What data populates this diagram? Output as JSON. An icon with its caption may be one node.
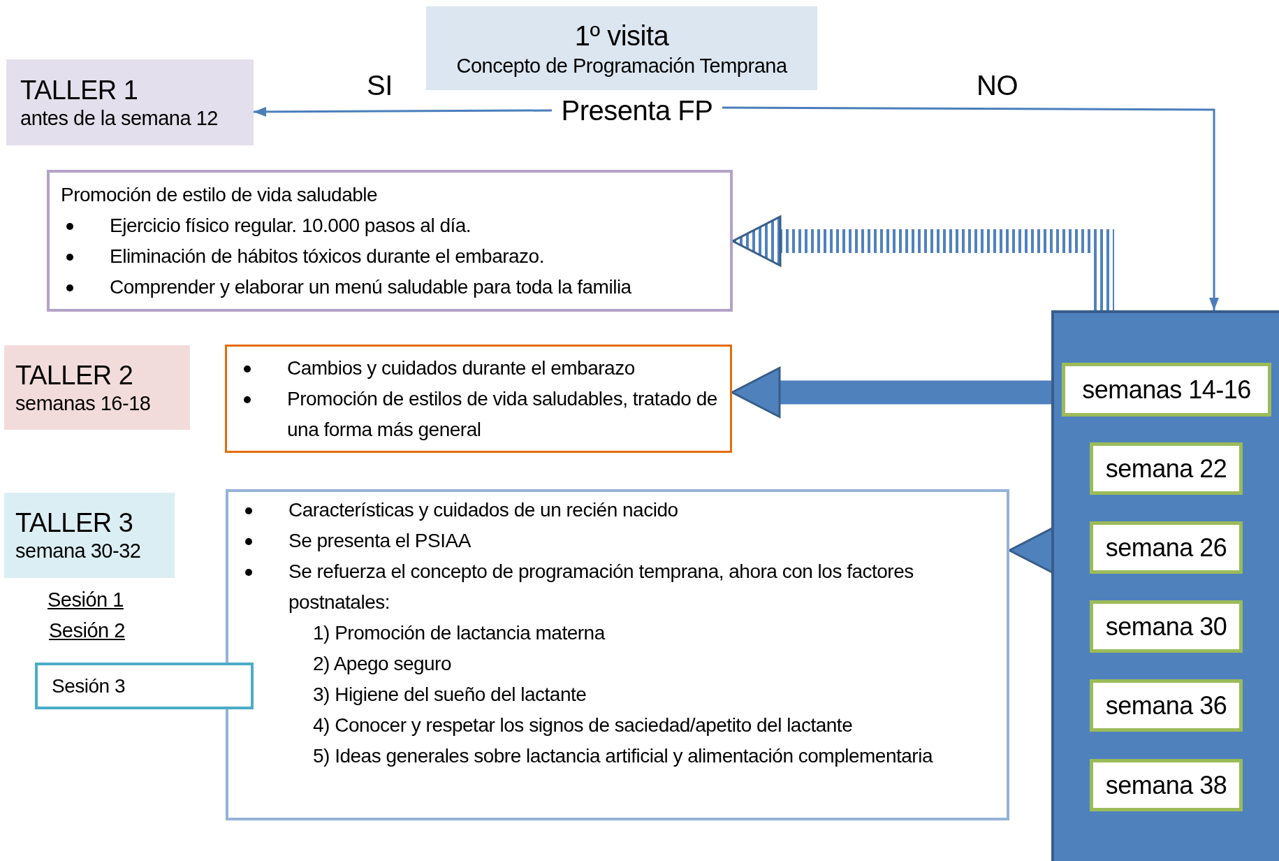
{
  "diagram": {
    "nodes": [
      {
        "text": [
          "1º visita",
          "Concepto de Programación Temprana"
        ]
      },
      {
        "text": [
          "Presenta FP"
        ]
      },
      {
        "text": [
          "TALLER 1",
          "antes de la semana 12"
        ]
      },
      {
        "text": [
          "Promoción de estilo de vida saludable",
          "Ejercicio físico regular. 10.000 pasos al día.",
          "Eliminación de hábitos tóxicos durante el embarazo.",
          "Comprender y elaborar un menú saludable para toda la familia"
        ]
      },
      {
        "text": [
          "TALLER 2",
          "semanas 16-18"
        ]
      },
      {
        "text": [
          "Cambios y cuidados durante el embarazo",
          "Promoción de estilos de vida saludables, tratado de una forma más general"
        ]
      },
      {
        "text": [
          "TALLER 3",
          "semana 30-32"
        ]
      },
      {
        "text": [
          "Sesión 3"
        ]
      },
      {
        "text": [
          "Características y cuidados de un recién nacido",
          "Se presenta el PSIAA",
          "Se refuerza el concepto de programación temprana, ahora con los factores postnatales:",
          "1) Promoción de lactancia materna",
          "2) Apego seguro",
          "3) Higiene del sueño del lactante",
          "4) Conocer y respetar los signos de saciedad/apetito del lactante",
          "5) Ideas generales sobre lactancia artificial y alimentación complementaria"
        ]
      },
      {
        "text": [],
        "shape": "box"
      },
      {
        "text": [
          "semanas 14-16"
        ],
        "in": 9
      },
      {
        "text": [
          "semana 22"
        ],
        "in": 9
      },
      {
        "text": [
          "semana 26"
        ],
        "in": 9
      },
      {
        "text": [
          "semana 30"
        ],
        "in": 9
      },
      {
        "text": [
          "semana 36"
        ],
        "in": 9
      },
      {
        "text": [
          "semana 38"
        ],
        "in": 9
      }
    ],
    "edges": [
      {
        "from": 1,
        "to": 2,
        "arrow": "to",
        "label": "SI"
      },
      {
        "from": 1,
        "to": 9,
        "arrow": "to",
        "label": "NO"
      },
      {
        "from": 9,
        "to": 3,
        "arrow": "to",
        "style": "thick"
      },
      {
        "from": 10,
        "to": 5,
        "arrow": "to",
        "style": "thick"
      },
      {
        "from": 12,
        "to": 8,
        "arrow": "to",
        "style": "thick"
      }
    ],
    "labels": [
      "Sesión 1",
      "Sesión 2"
    ]
  }
}
